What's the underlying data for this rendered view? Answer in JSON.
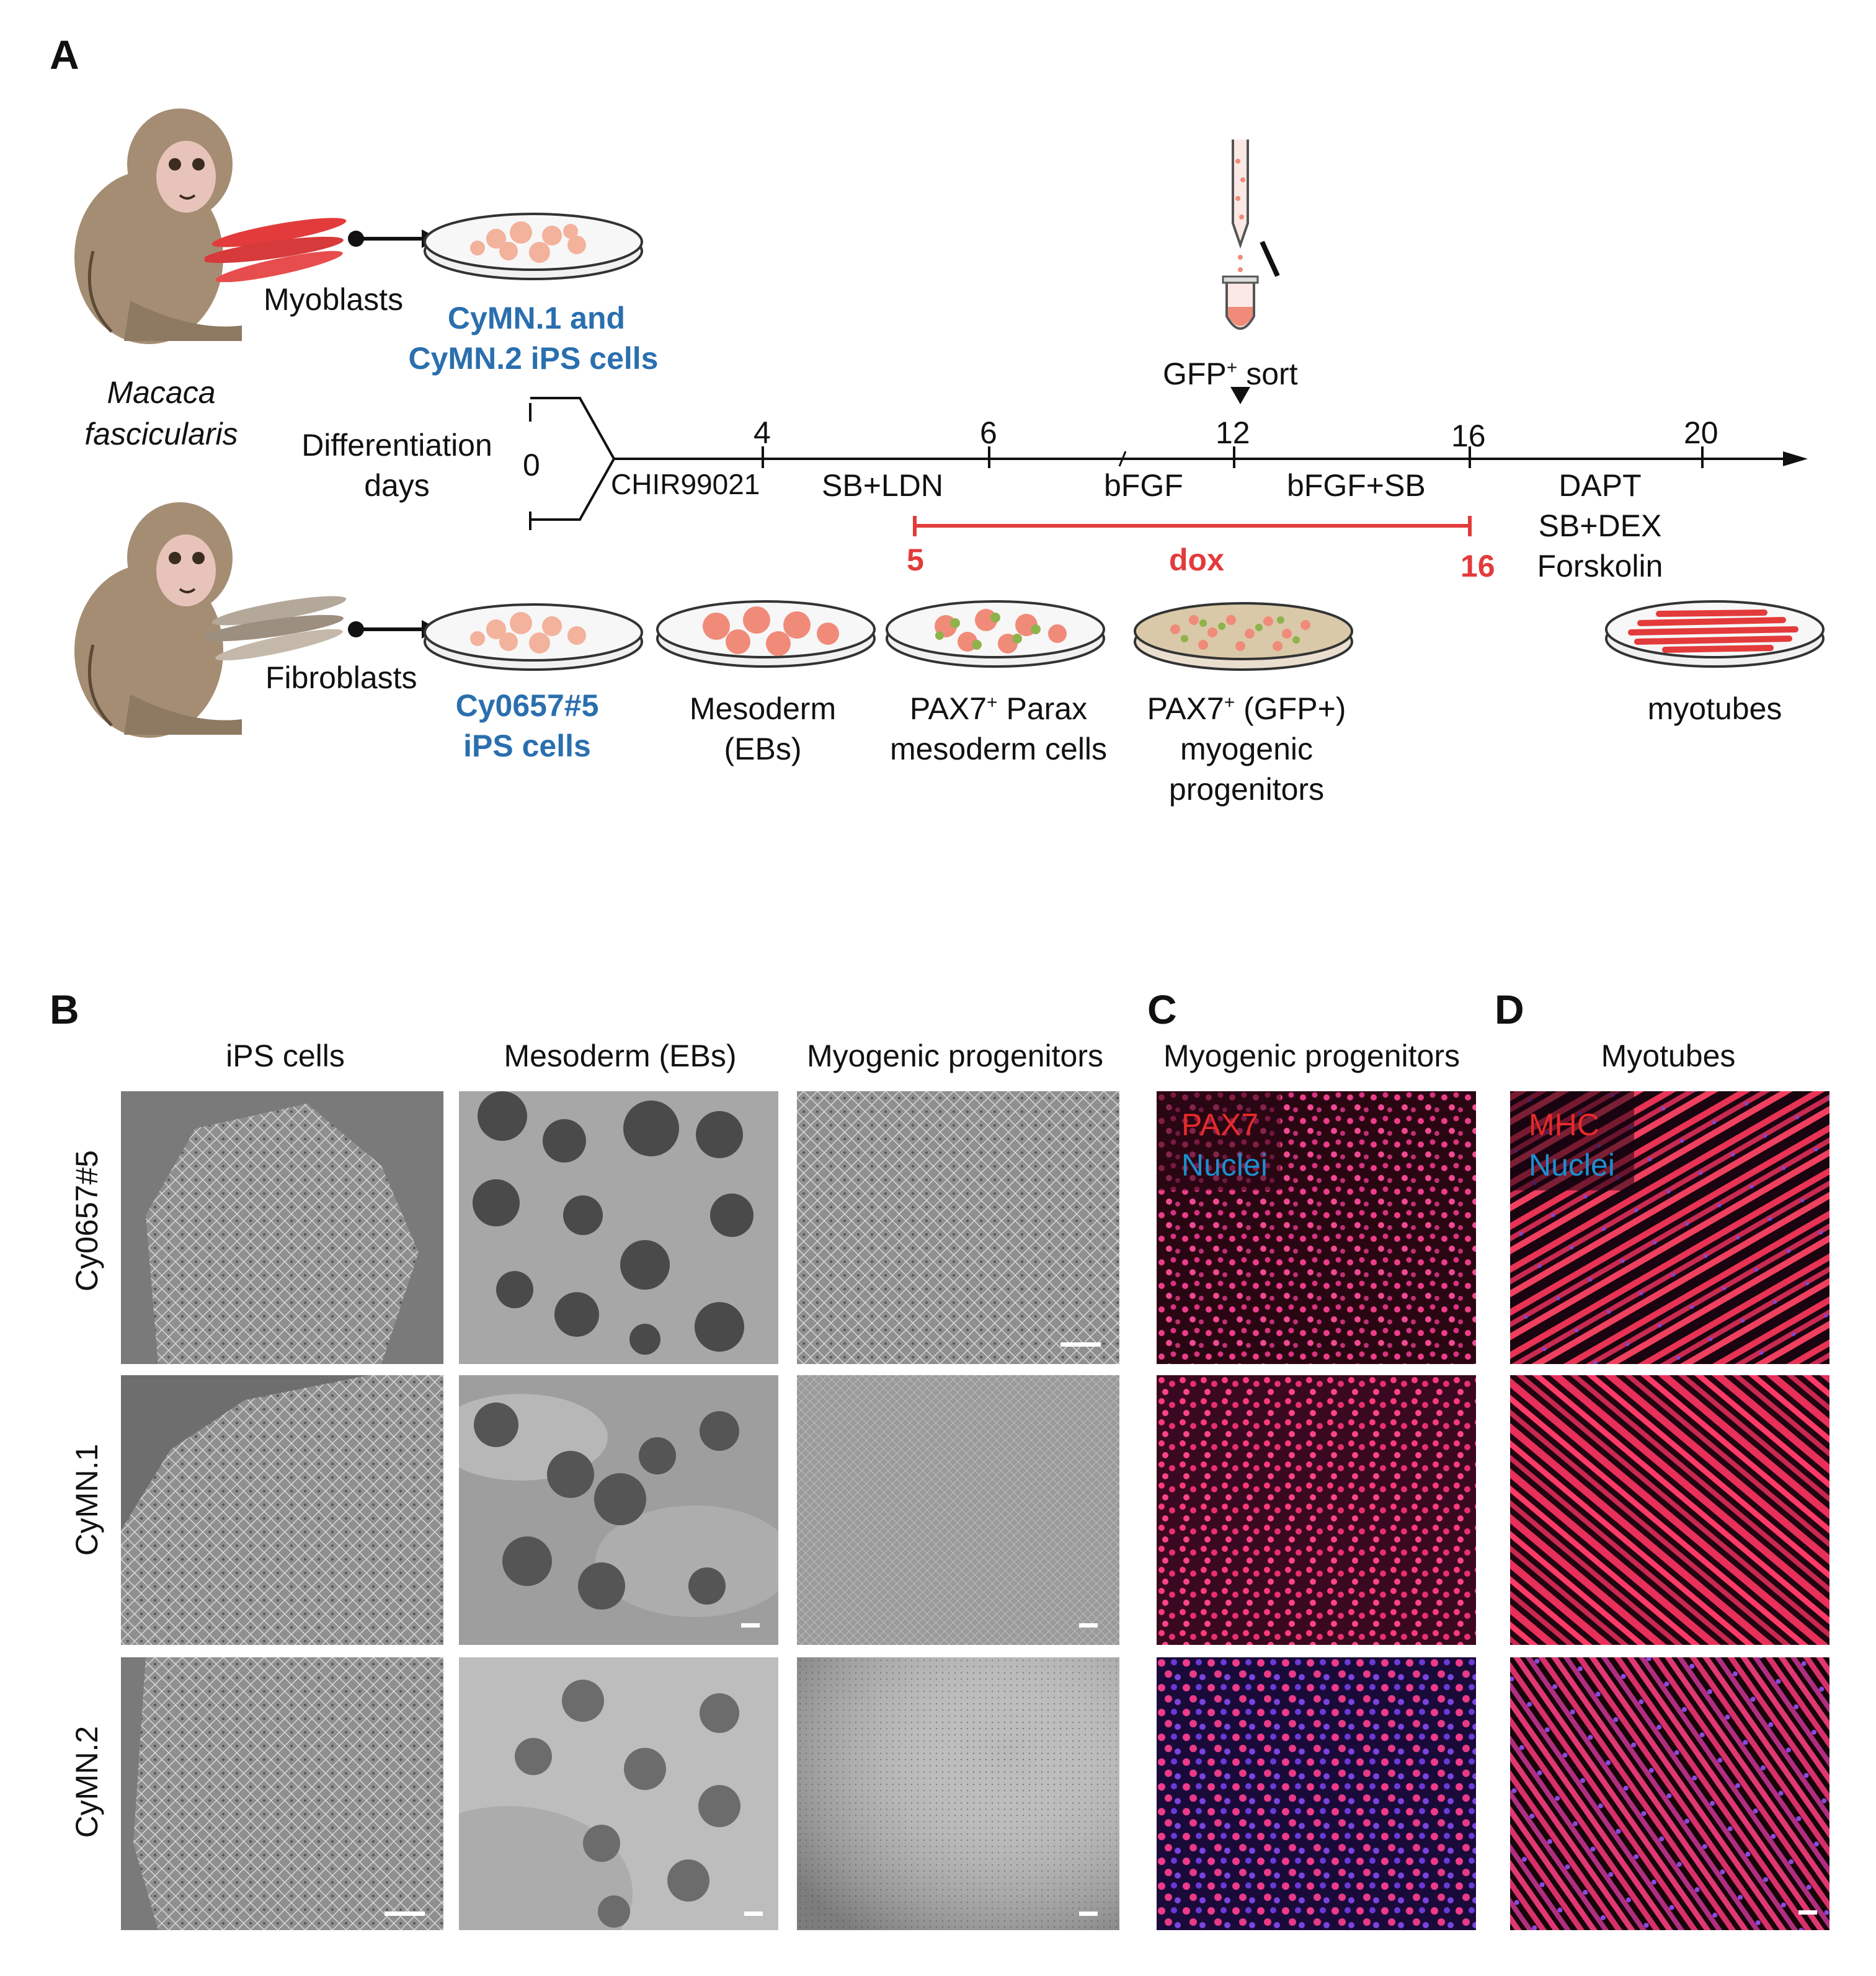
{
  "panelA": {
    "letter": "A",
    "species": [
      "Macaca",
      "fascicularis"
    ],
    "myoblasts": "Myoblasts",
    "fibroblasts": "Fibroblasts",
    "cymn_lines": [
      "CyMN.1 and",
      "CyMN.2 iPS cells"
    ],
    "cy_line": [
      "Cy0657#5",
      "iPS cells"
    ],
    "diff_days": [
      "Differentiation",
      "days"
    ],
    "day_ticks": [
      "0",
      "4",
      "6",
      "12",
      "16",
      "20"
    ],
    "gfp_sort": "GFP",
    "gfp_sup": "+",
    "gfp_sort_suffix": " sort",
    "treatments": {
      "chir": "CHIR99021",
      "sbldn": "SB+LDN",
      "bfgf": "bFGF",
      "bfgfsb": "bFGF+SB",
      "dapt": [
        "DAPT",
        "SB+DEX",
        "Forskolin"
      ]
    },
    "dox": {
      "start": "5",
      "label": "dox",
      "end": "16"
    },
    "stages": {
      "mesoderm": [
        "Mesoderm",
        "(EBs)"
      ],
      "parax": [
        "PAX7",
        "+",
        " Parax",
        "mesoderm cells"
      ],
      "progen": [
        "PAX7",
        "+",
        " (GFP+)",
        "myogenic",
        "progenitors"
      ],
      "myotubes": "myotubes"
    },
    "colors": {
      "blue_text": "#2a6fae",
      "red_text": "#e33b3b",
      "dox_bar": "#e33b3b"
    }
  },
  "panelB": {
    "letter": "B",
    "columns": [
      "iPS cells",
      "Mesoderm (EBs)",
      "Myogenic progenitors"
    ],
    "rows": [
      "Cy0657#5",
      "CyMN.1",
      "CyMN.2"
    ]
  },
  "panelC": {
    "letter": "C",
    "column": "Myogenic progenitors",
    "stain": "PAX7",
    "nuclei": "Nuclei"
  },
  "panelD": {
    "letter": "D",
    "column": "Myotubes",
    "stain": "MHC",
    "nuclei": "Nuclei"
  }
}
